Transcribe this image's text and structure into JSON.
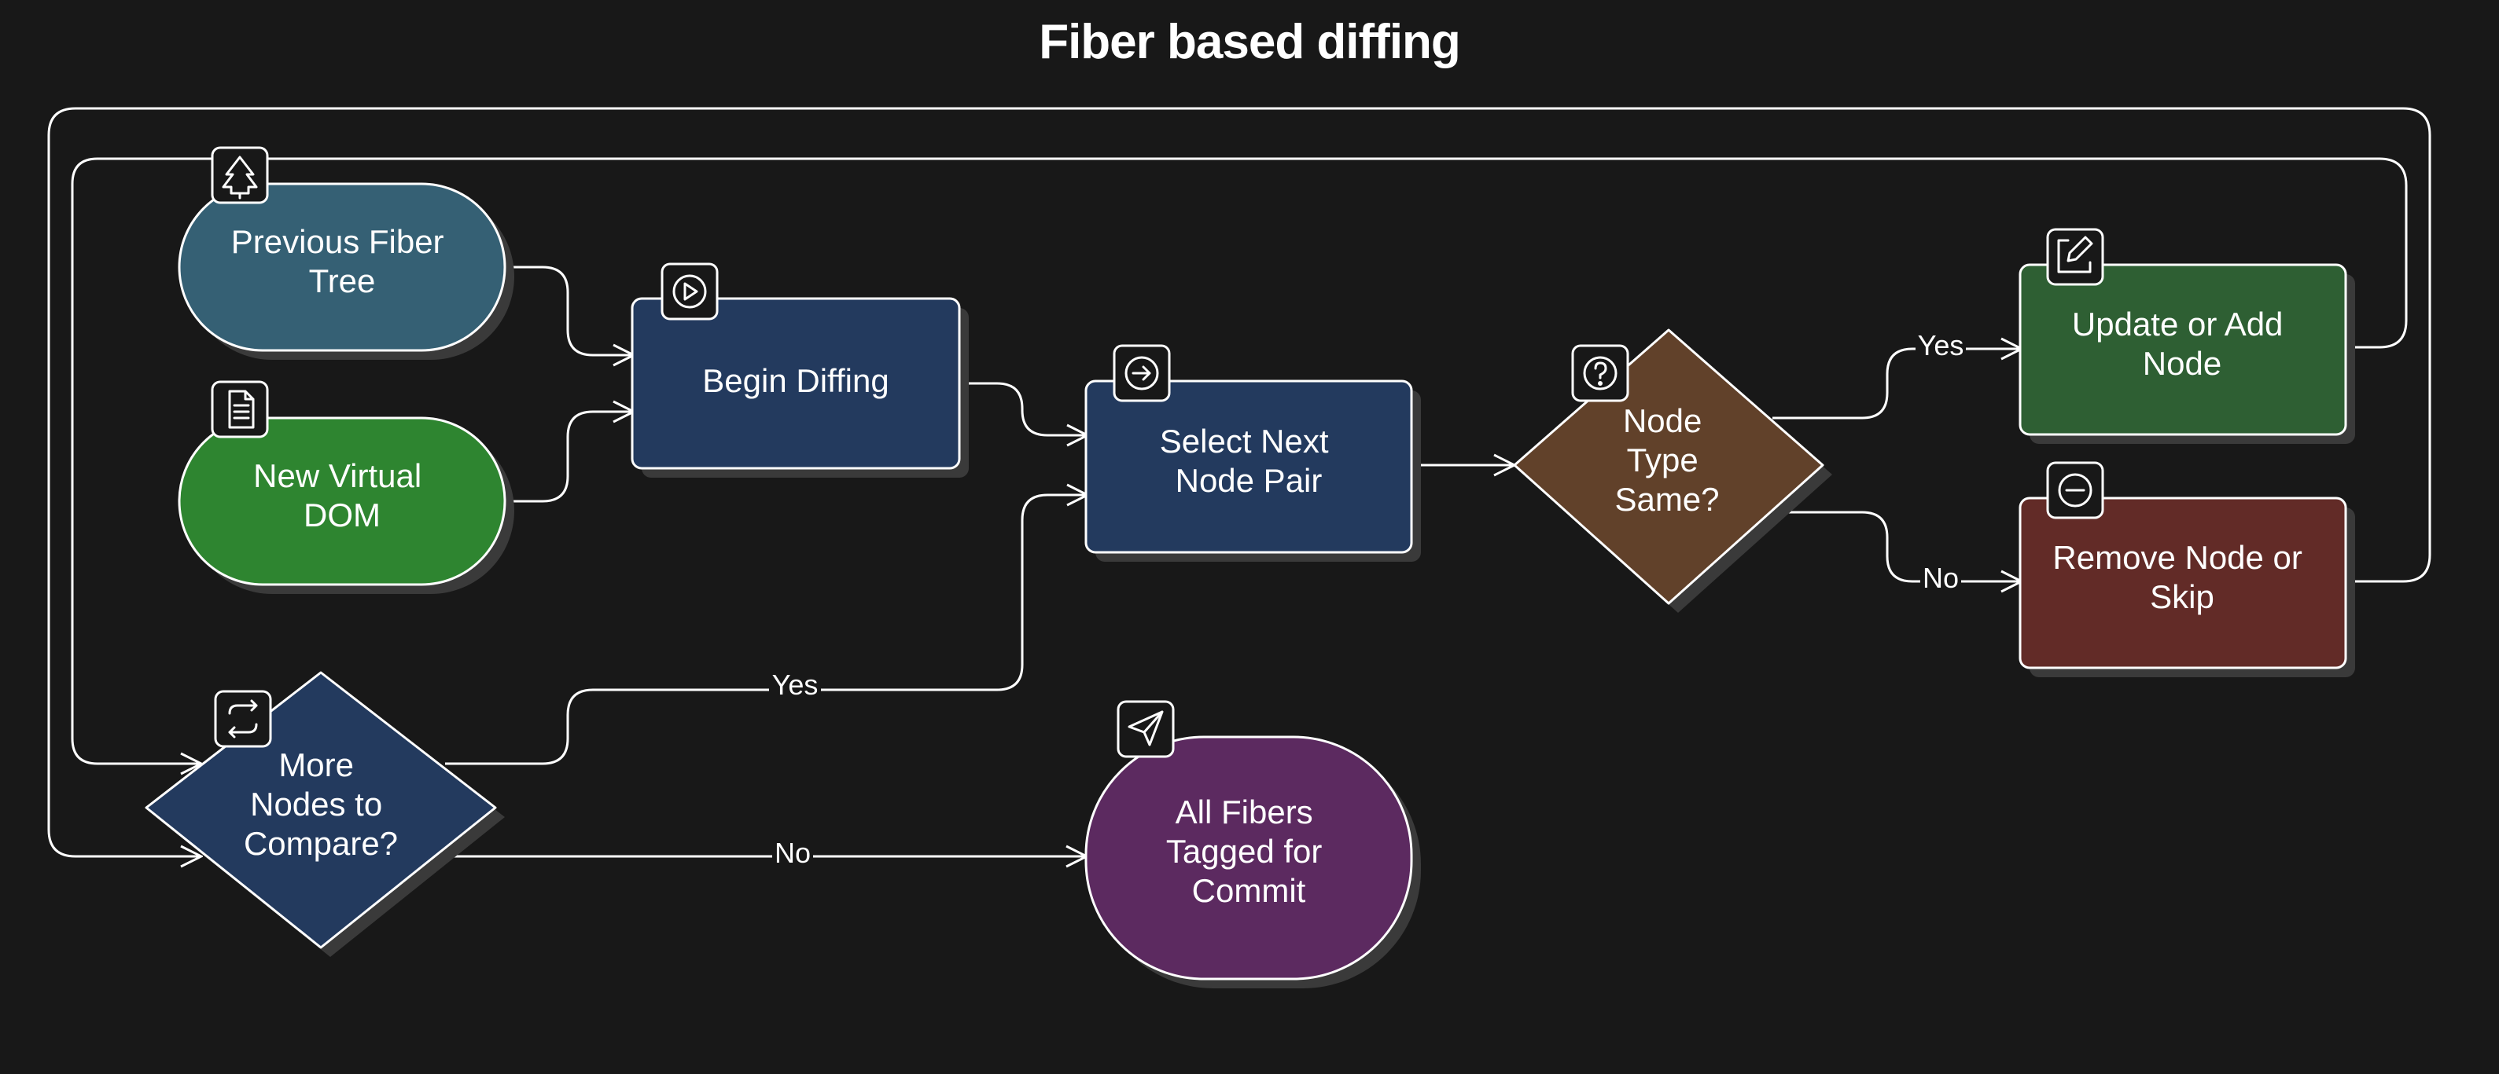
{
  "title": "Fiber based diffing",
  "colors": {
    "background": "#181818",
    "line": "#ffffff",
    "shadow": "#3a3a3a",
    "previous_tree": "#356074",
    "new_vdom": "#2e8530",
    "navy": "#233a5e",
    "decision": "#61412a",
    "update": "#2e5f33",
    "remove": "#622b27",
    "commit": "#5c2a60"
  },
  "nodes": {
    "previous_fiber_tree": {
      "lines": [
        "Previous Fiber",
        "Tree"
      ],
      "icon": "tree-icon"
    },
    "new_virtual_dom": {
      "lines": [
        "New Virtual",
        "DOM"
      ],
      "icon": "file-icon"
    },
    "begin_diffing": {
      "lines": [
        "Begin Diffing"
      ],
      "icon": "play-icon"
    },
    "select_next_node_pair": {
      "lines": [
        "Select Next",
        "Node Pair"
      ],
      "icon": "arrow-right-circle-icon"
    },
    "node_type_same": {
      "lines": [
        "Node",
        "Type",
        "Same?"
      ],
      "icon": "question-icon"
    },
    "update_or_add_node": {
      "lines": [
        "Update or Add",
        "Node"
      ],
      "icon": "edit-icon"
    },
    "remove_node_or_skip": {
      "lines": [
        "Remove Node or",
        "Skip"
      ],
      "icon": "minus-circle-icon"
    },
    "more_nodes_to_compare": {
      "lines": [
        "More",
        "Nodes to",
        "Compare?"
      ],
      "icon": "repeat-icon"
    },
    "all_fibers_tagged": {
      "lines": [
        "All Fibers",
        "Tagged for",
        "Commit"
      ],
      "icon": "send-icon"
    }
  },
  "edge_labels": {
    "type_same_yes": "Yes",
    "type_same_no": "No",
    "more_nodes_yes": "Yes",
    "more_nodes_no": "No"
  }
}
